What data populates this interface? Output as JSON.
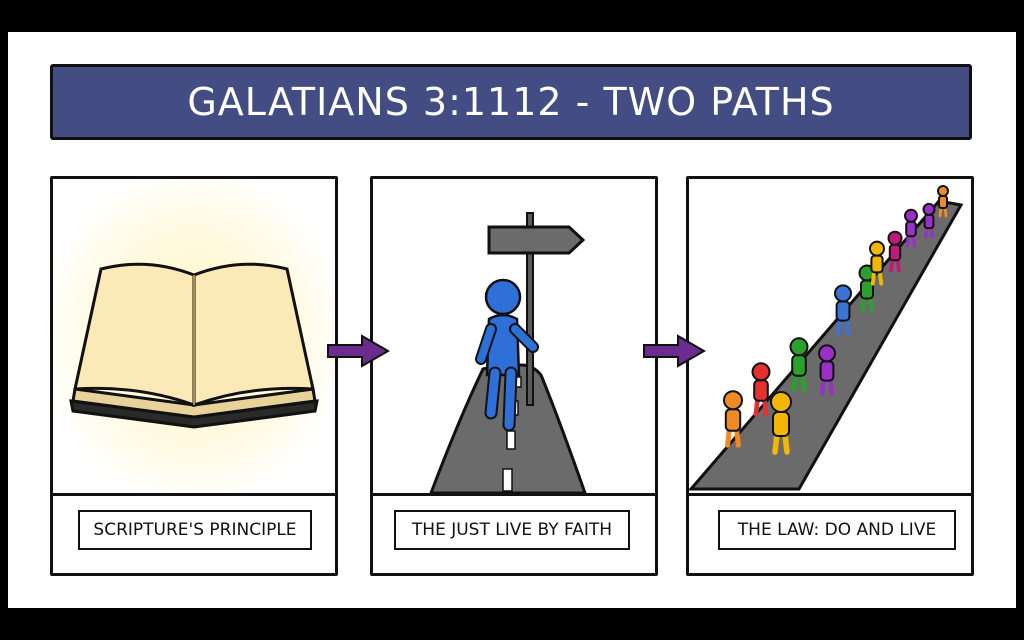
{
  "title": "GALATIANS 3:1112 - TWO PATHS",
  "panels": [
    {
      "caption": "SCRIPTURE'S PRINCIPLE"
    },
    {
      "caption": "THE JUST LIVE BY FAITH"
    },
    {
      "caption": "THE LAW: DO AND LIVE"
    }
  ],
  "colors": {
    "banner": "#434c83",
    "arrow": "#6a2d8e",
    "road": "#6b6b6b",
    "faith_figure": "#2e6fd8"
  }
}
